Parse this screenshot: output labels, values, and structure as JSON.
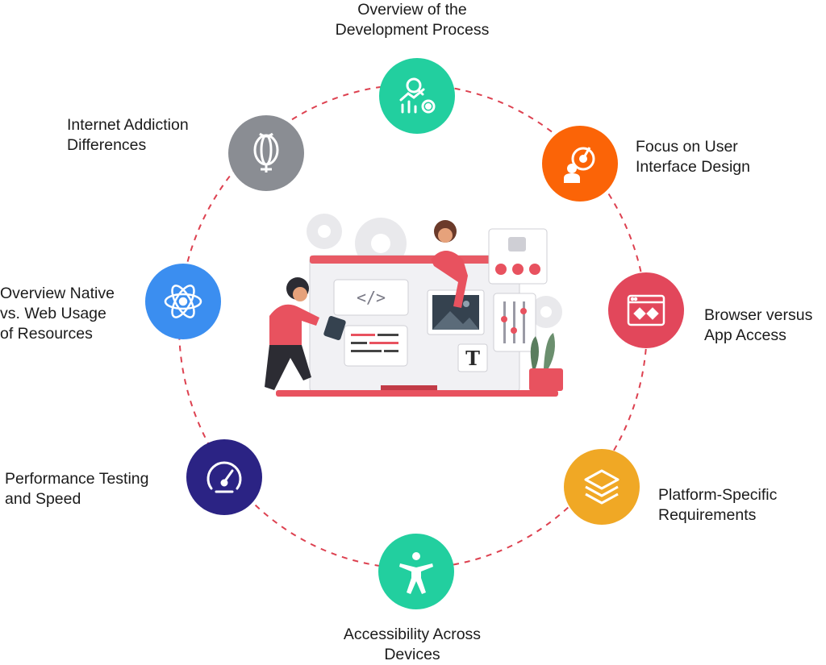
{
  "items": [
    {
      "label_1": "Overview of the",
      "label_2": "Development Process",
      "icon": "analytics-gear-icon",
      "color": "#22cf9f"
    },
    {
      "label_1": "Focus on User",
      "label_2": "Interface Design",
      "icon": "user-target-icon",
      "color": "#fb6407"
    },
    {
      "label_1": "Browser versus",
      "label_2": "App Access",
      "icon": "browser-app-icon",
      "color": "#e2475b"
    },
    {
      "label_1": "Platform-Specific",
      "label_2": "Requirements",
      "icon": "layers-icon",
      "color": "#f0a825"
    },
    {
      "label_1": "Accessibility Across",
      "label_2": "Devices",
      "icon": "accessibility-icon",
      "color": "#22cf9f"
    },
    {
      "label_1": "Performance Testing",
      "label_2": "and Speed",
      "icon": "speedometer-icon",
      "color": "#2b2384"
    },
    {
      "label_1": "Overview Native",
      "label_2": "vs. Web Usage",
      "label_3": "of Resources",
      "icon": "atom-icon",
      "color": "#3b8ef0"
    },
    {
      "label_1": "Internet Addiction",
      "label_2": "Differences",
      "icon": "addiction-icon",
      "color": "#8a8d93"
    }
  ],
  "illustration": {
    "code_tag": "</>",
    "text_tool": "T"
  },
  "colors": {
    "ring": "#dd4150",
    "accent": "#e8525f"
  }
}
